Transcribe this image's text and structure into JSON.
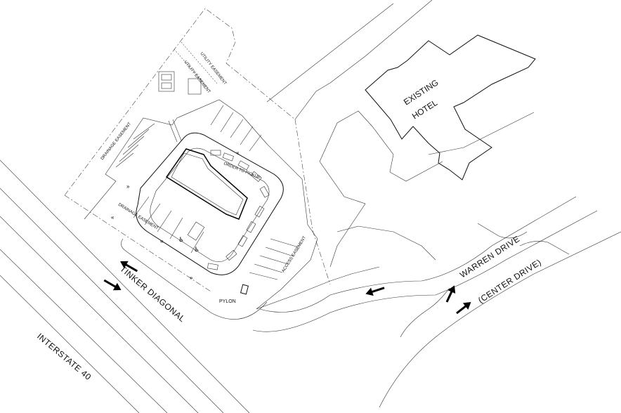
{
  "labels": {
    "existing_hotel_line1": "EXISTING",
    "existing_hotel_line2": "HOTEL",
    "utility_easement_1": "UTILITY EASEMENT",
    "utility_easement_2": "UTILITY EASEMENT",
    "drainage_easement_1": "DRAINAGE EASEMENT",
    "drainage_easement_2": "DRAINAGE EASEMENT",
    "access_easement": "ACCESS EASEMENT",
    "pylon": "PYLON",
    "tinker_diagonal": "TINKER DIAGONAL",
    "interstate_40": "INTERSTATE 40",
    "warren_drive": "WARREN DRIVE",
    "center_drive": "(CENTER DRIVE)",
    "drive_thru_text": "ORDER TO PICKUP"
  }
}
